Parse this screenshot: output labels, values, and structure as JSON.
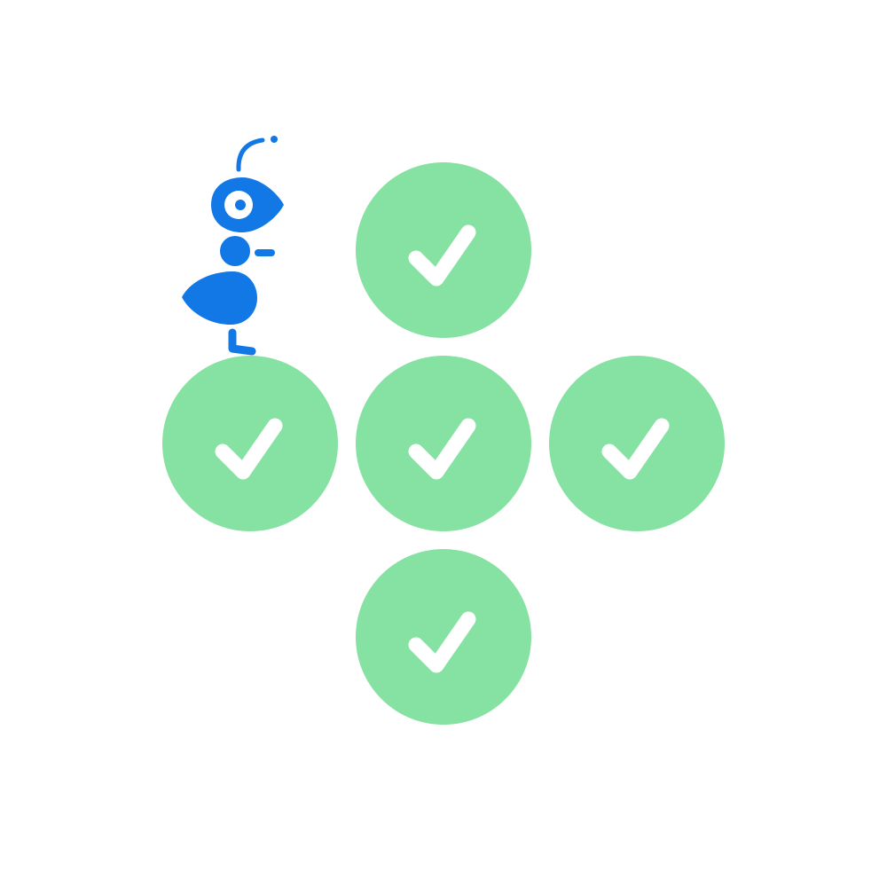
{
  "puzzle": {
    "tiles": [
      {
        "name": "tile-top",
        "state": "completed",
        "icon": "checkmark-icon"
      },
      {
        "name": "tile-left",
        "state": "completed",
        "icon": "checkmark-icon"
      },
      {
        "name": "tile-center",
        "state": "completed",
        "icon": "checkmark-icon"
      },
      {
        "name": "tile-right",
        "state": "completed",
        "icon": "checkmark-icon"
      },
      {
        "name": "tile-bottom",
        "state": "completed",
        "icon": "checkmark-icon"
      }
    ]
  },
  "character": {
    "icon": "ant-character-icon",
    "standing_on": "tile-left"
  },
  "colors": {
    "tile_fill": "#86e2a2",
    "check": "#ffffff",
    "ant": "#1178e6",
    "background": "#ffffff"
  }
}
